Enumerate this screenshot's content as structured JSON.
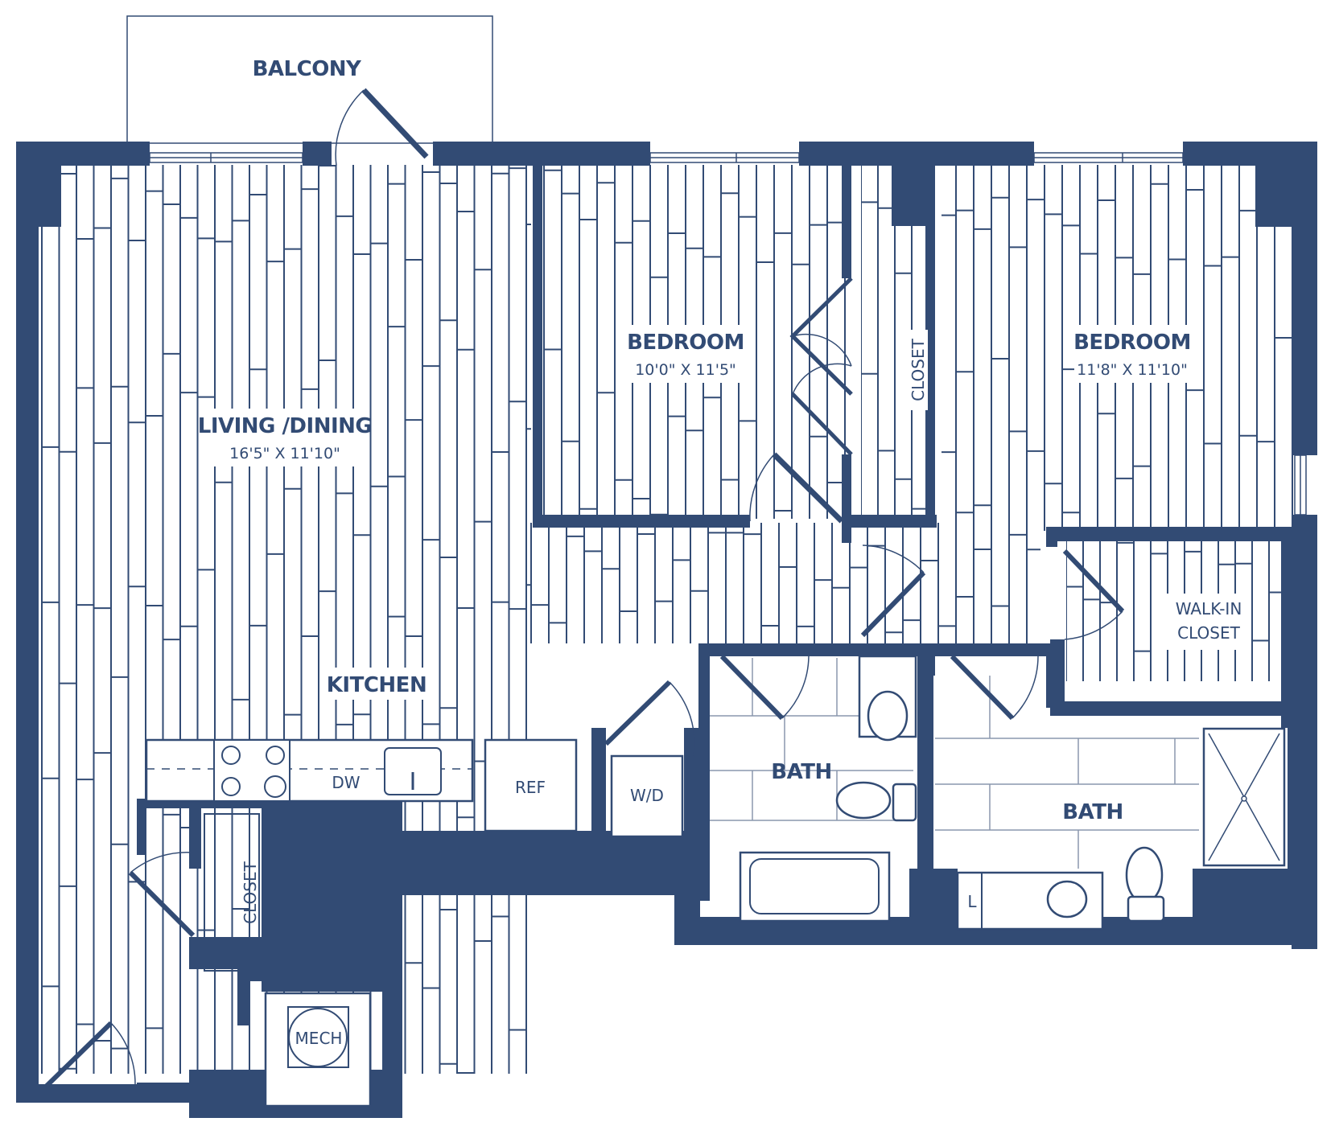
{
  "colors": {
    "wall": "#324b74",
    "floor_line": "#324b74",
    "background": "#ffffff",
    "fixture": "#324b74"
  },
  "rooms": {
    "balcony": {
      "name": "BALCONY"
    },
    "living": {
      "name": "LIVING /DINING",
      "dims": "16'5\" X 11'10\""
    },
    "bedroom1": {
      "name": "BEDROOM",
      "dims": "10'0\" X 11'5\""
    },
    "bedroom2": {
      "name": "BEDROOM",
      "dims": "11'8\" X 11'10\""
    },
    "closet_bedroom": {
      "name": "CLOSET"
    },
    "walk_in": {
      "line1": "WALK-IN",
      "line2": "CLOSET"
    },
    "kitchen": {
      "name": "KITCHEN"
    },
    "bath1": {
      "name": "BATH"
    },
    "bath2": {
      "name": "BATH"
    },
    "closet_entry": {
      "name": "CLOSET"
    },
    "mech": {
      "name": "MECH"
    }
  },
  "fixtures": {
    "dishwasher": "DW",
    "refrigerator": "REF",
    "washer_dryer": "W/D",
    "linen": "L"
  }
}
